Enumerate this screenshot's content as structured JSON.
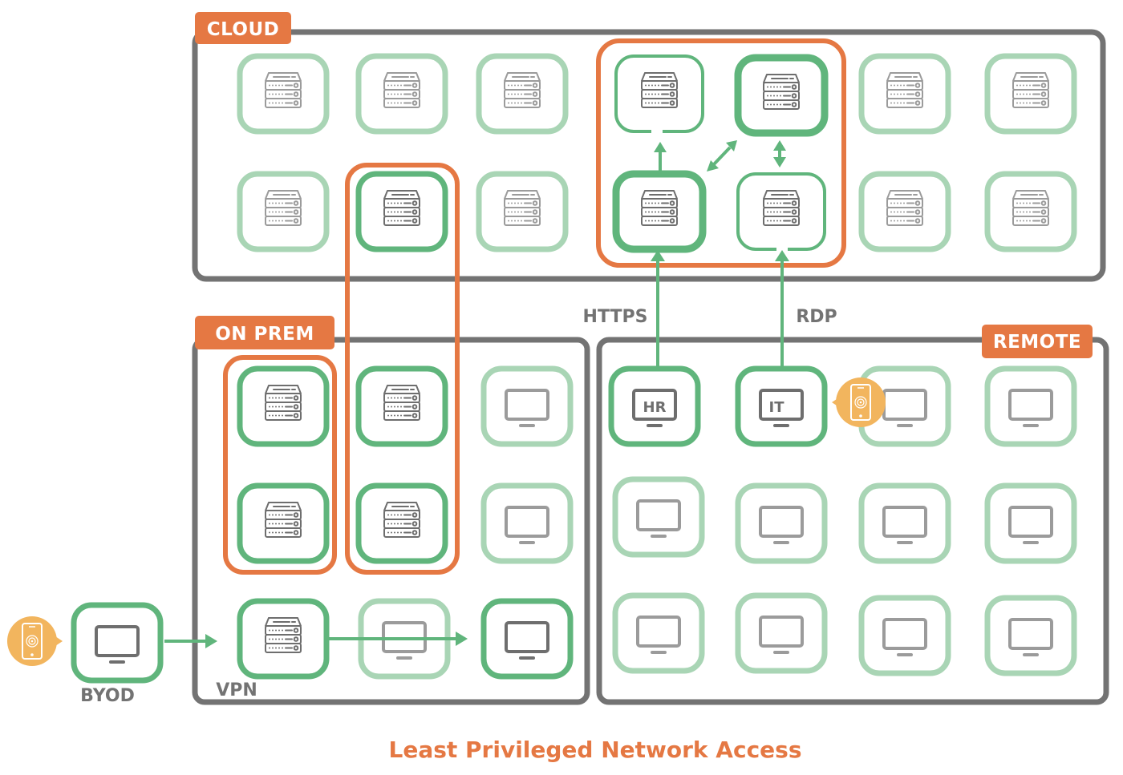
{
  "title": "Least Privileged Network Access",
  "colors": {
    "accent_orange": "#E57843",
    "frame_gray": "#737373",
    "green_active": "#60B57C",
    "green_inactive": "#A9D5B5",
    "mfa_yellow": "#F2B55E"
  },
  "zones": {
    "cloud": {
      "label": "CLOUD"
    },
    "on_prem": {
      "label": "ON PREM"
    },
    "remote": {
      "label": "REMOTE"
    }
  },
  "protocols": {
    "https": "HTTPS",
    "rdp": "RDP"
  },
  "labels": {
    "byod": "BYOD",
    "vpn": "VPN"
  },
  "workstations": {
    "hr": "HR",
    "it": "IT"
  },
  "icons": {
    "server": "server-rack-icon",
    "monitor": "monitor-icon",
    "mfa": "fingerprint-phone-icon"
  },
  "nodes": [
    {
      "id": "c1",
      "zone": "cloud",
      "type": "server",
      "state": "inactive"
    },
    {
      "id": "c2",
      "zone": "cloud",
      "type": "server",
      "state": "inactive"
    },
    {
      "id": "c3",
      "zone": "cloud",
      "type": "server",
      "state": "inactive"
    },
    {
      "id": "c4",
      "zone": "cloud",
      "type": "server",
      "state": "active"
    },
    {
      "id": "c5",
      "zone": "cloud",
      "type": "server",
      "state": "active"
    },
    {
      "id": "c6",
      "zone": "cloud",
      "type": "server",
      "state": "inactive"
    },
    {
      "id": "c7",
      "zone": "cloud",
      "type": "server",
      "state": "inactive"
    },
    {
      "id": "c8",
      "zone": "cloud",
      "type": "server",
      "state": "inactive"
    },
    {
      "id": "c9",
      "zone": "cloud",
      "type": "server",
      "state": "active"
    },
    {
      "id": "c10",
      "zone": "cloud",
      "type": "server",
      "state": "inactive"
    },
    {
      "id": "c11",
      "zone": "cloud",
      "type": "server",
      "state": "active"
    },
    {
      "id": "c12",
      "zone": "cloud",
      "type": "server",
      "state": "active"
    },
    {
      "id": "c13",
      "zone": "cloud",
      "type": "server",
      "state": "inactive"
    },
    {
      "id": "c14",
      "zone": "cloud",
      "type": "server",
      "state": "inactive"
    },
    {
      "id": "p1",
      "zone": "on_prem",
      "type": "server",
      "state": "active"
    },
    {
      "id": "p2",
      "zone": "on_prem",
      "type": "server",
      "state": "active"
    },
    {
      "id": "p3",
      "zone": "on_prem",
      "type": "monitor",
      "state": "inactive"
    },
    {
      "id": "p4",
      "zone": "on_prem",
      "type": "server",
      "state": "active"
    },
    {
      "id": "p5",
      "zone": "on_prem",
      "type": "server",
      "state": "active"
    },
    {
      "id": "p6",
      "zone": "on_prem",
      "type": "monitor",
      "state": "inactive"
    },
    {
      "id": "p7",
      "zone": "on_prem",
      "type": "server",
      "state": "active",
      "label": "VPN"
    },
    {
      "id": "p8",
      "zone": "on_prem",
      "type": "monitor",
      "state": "inactive"
    },
    {
      "id": "p9",
      "zone": "on_prem",
      "type": "monitor",
      "state": "active"
    },
    {
      "id": "b1",
      "zone": "external",
      "type": "monitor",
      "state": "active",
      "label": "BYOD"
    },
    {
      "id": "r1",
      "zone": "remote",
      "type": "monitor",
      "state": "active",
      "label": "HR"
    },
    {
      "id": "r2",
      "zone": "remote",
      "type": "monitor",
      "state": "active",
      "label": "IT"
    },
    {
      "id": "r3",
      "zone": "remote",
      "type": "monitor",
      "state": "inactive"
    },
    {
      "id": "r4",
      "zone": "remote",
      "type": "monitor",
      "state": "inactive"
    },
    {
      "id": "r5",
      "zone": "remote",
      "type": "monitor",
      "state": "inactive"
    },
    {
      "id": "r6",
      "zone": "remote",
      "type": "monitor",
      "state": "inactive"
    },
    {
      "id": "r7",
      "zone": "remote",
      "type": "monitor",
      "state": "inactive"
    },
    {
      "id": "r8",
      "zone": "remote",
      "type": "monitor",
      "state": "inactive"
    },
    {
      "id": "r9",
      "zone": "remote",
      "type": "monitor",
      "state": "inactive"
    },
    {
      "id": "r10",
      "zone": "remote",
      "type": "monitor",
      "state": "inactive"
    },
    {
      "id": "r11",
      "zone": "remote",
      "type": "monitor",
      "state": "inactive"
    },
    {
      "id": "r12",
      "zone": "remote",
      "type": "monitor",
      "state": "inactive"
    }
  ],
  "connections": [
    {
      "from": "r1",
      "to": "c11",
      "label": "HTTPS"
    },
    {
      "from": "r2",
      "to": "c12",
      "label": "RDP"
    },
    {
      "from": "c11",
      "to": "c9",
      "direction": "one-way"
    },
    {
      "from": "c11",
      "to": "c10",
      "direction": "two-way"
    },
    {
      "from": "c10",
      "to": "c12",
      "direction": "two-way"
    },
    {
      "from": "b1",
      "to": "p7",
      "direction": "one-way"
    },
    {
      "from": "p7",
      "to": "p9",
      "direction": "one-way"
    }
  ]
}
